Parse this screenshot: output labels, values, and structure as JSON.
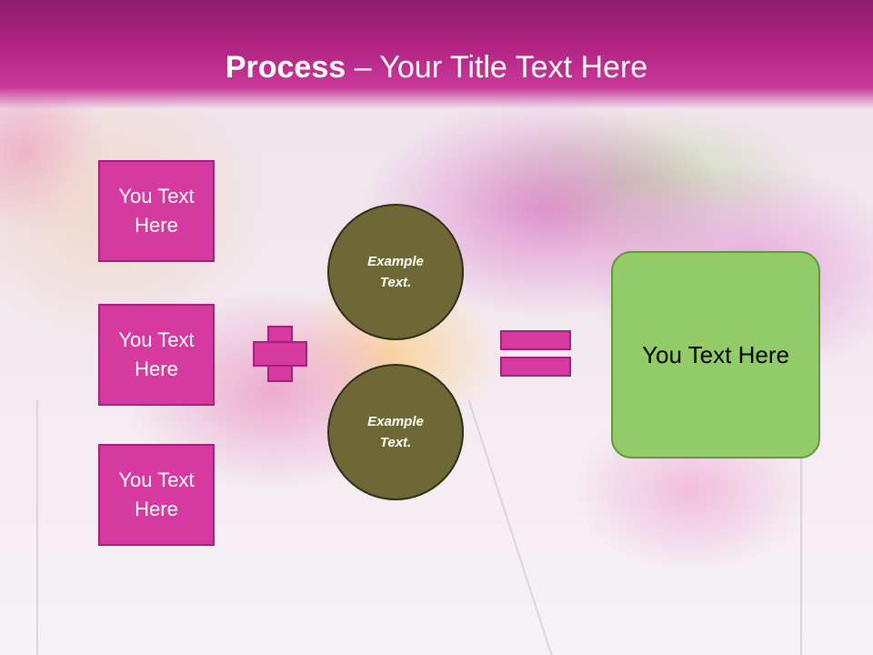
{
  "slide": {
    "title_bold": "Process",
    "title_rest": " – Your Title Text Here",
    "left_boxes": [
      "You Text\nHere",
      "You Text\nHere",
      "You Text\nHere"
    ],
    "circles": [
      "Example\nText.",
      "Example\nText."
    ],
    "result": "You Text Here"
  },
  "colors": {
    "header": "#b0237f",
    "box_fill": "#d63aa0",
    "circle_fill": "#6d6836",
    "result_fill": "#92cb68"
  }
}
